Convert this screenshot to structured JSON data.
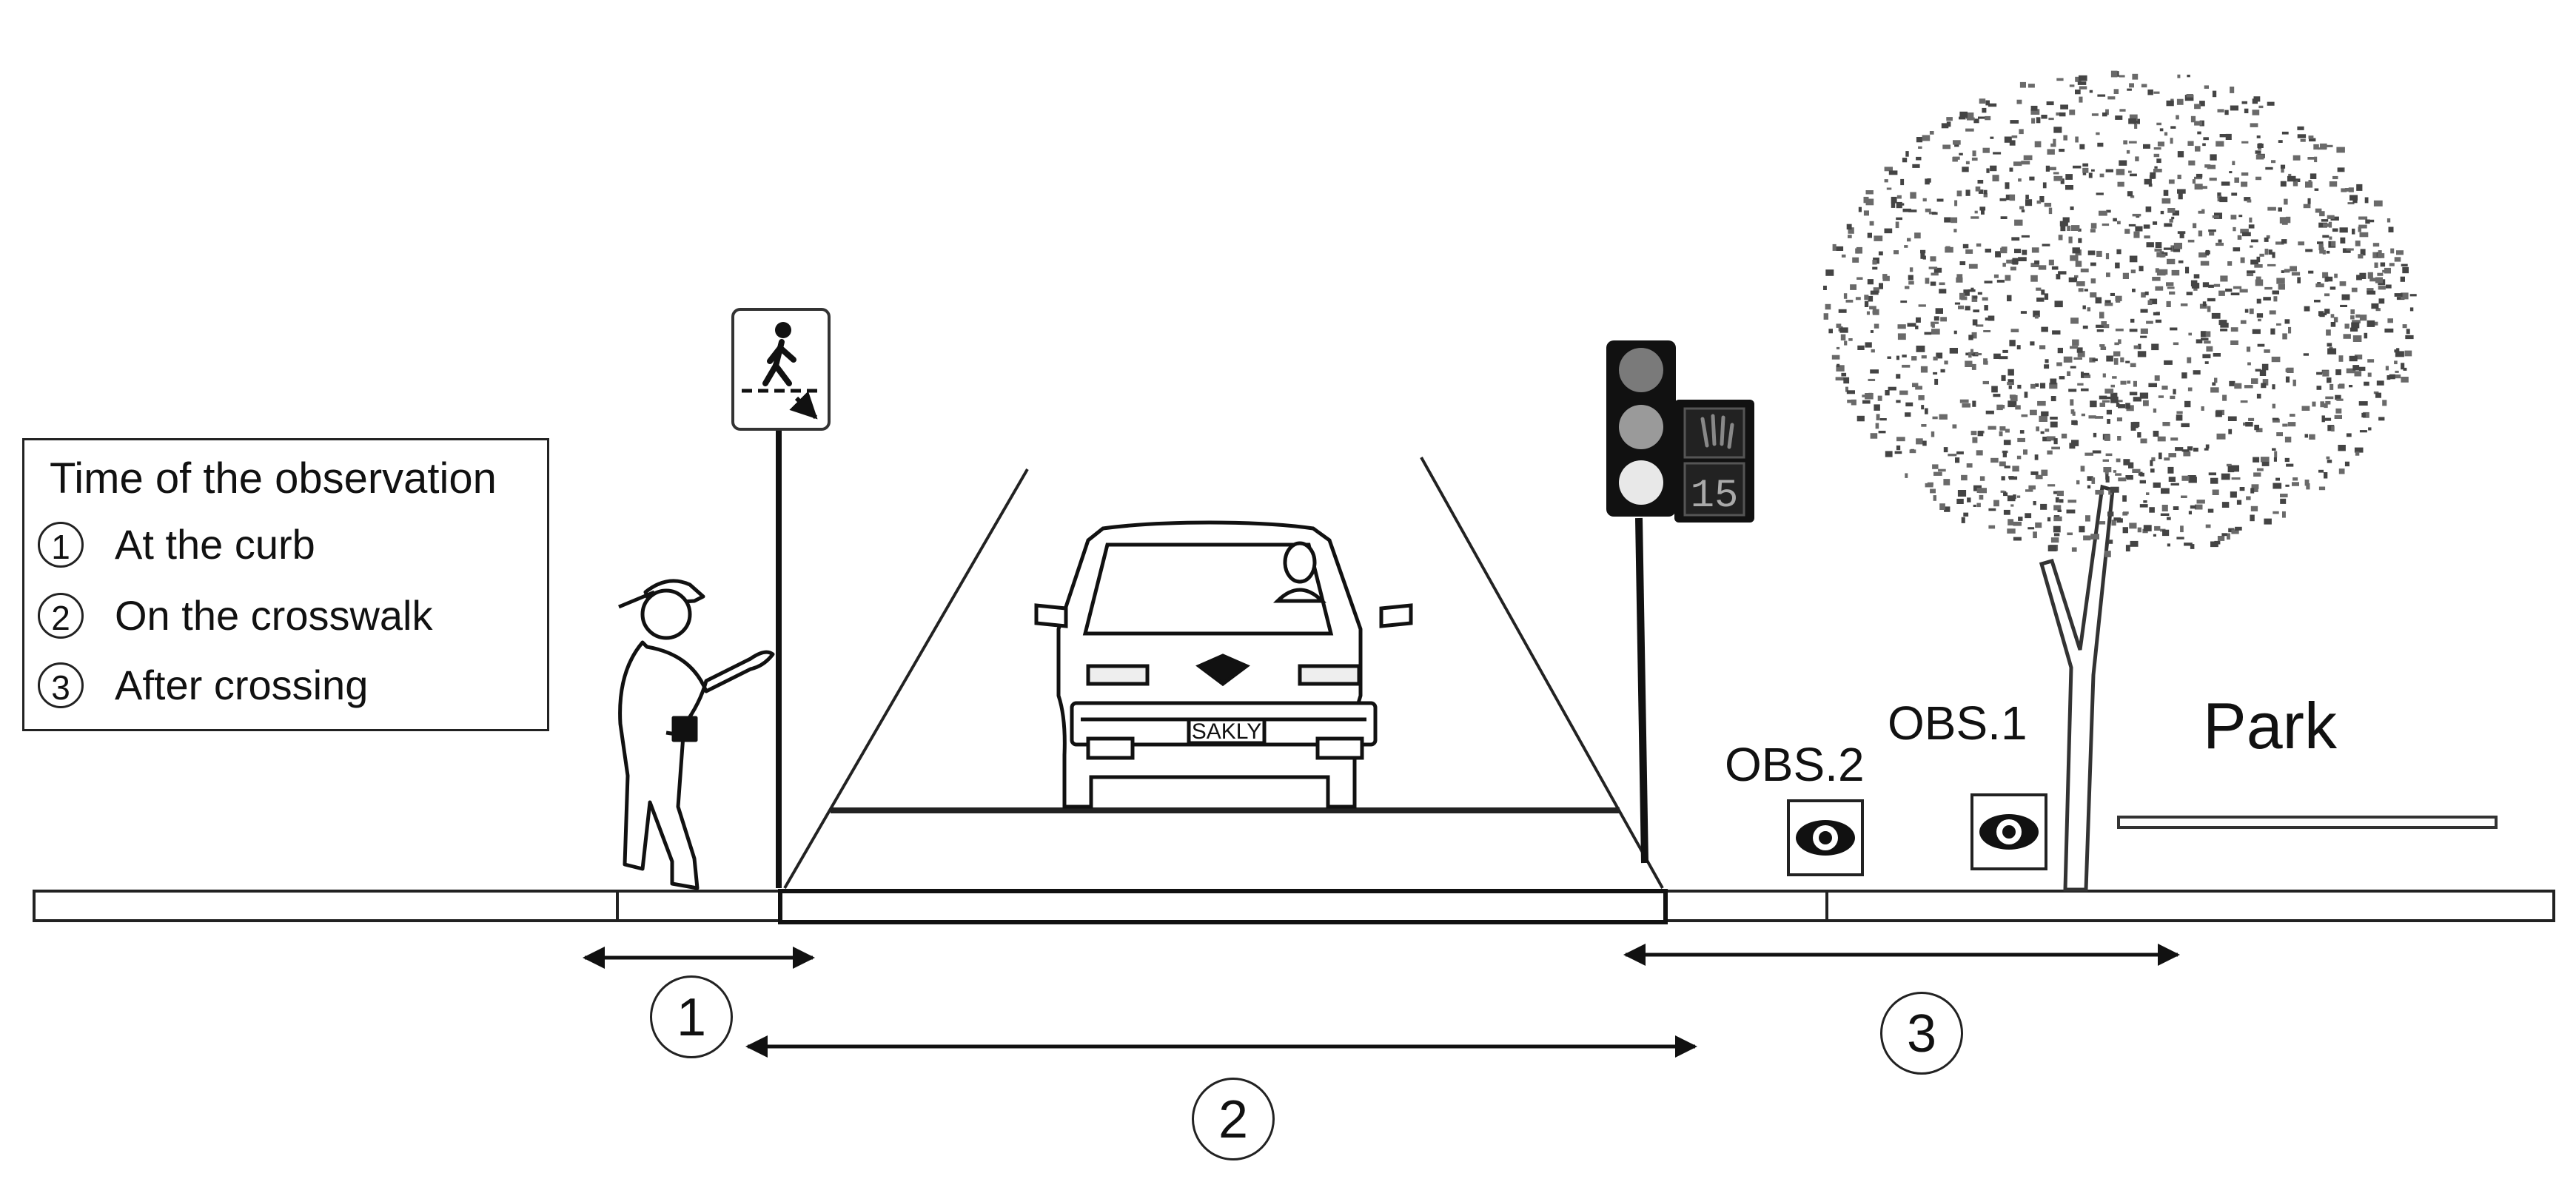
{
  "legend": {
    "title": "Time of the observation",
    "items": [
      {
        "num": "1",
        "label": "At the curb"
      },
      {
        "num": "2",
        "label": "On the crosswalk"
      },
      {
        "num": "3",
        "label": "After crossing"
      }
    ]
  },
  "zones": [
    {
      "num": "1"
    },
    {
      "num": "2"
    },
    {
      "num": "3"
    }
  ],
  "observers": [
    {
      "label": "OBS.2"
    },
    {
      "label": "OBS.1"
    }
  ],
  "park_label": "Park",
  "license_plate": "SAKLY",
  "countdown": "15"
}
